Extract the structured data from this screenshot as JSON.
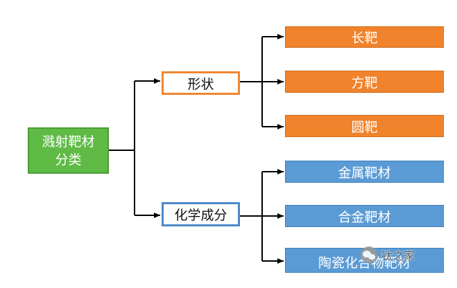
{
  "root": {
    "line1": "溅射靶材",
    "line2": "分类"
  },
  "categories": [
    {
      "label": "形状",
      "children": [
        "长靶",
        "方靶",
        "圆靶"
      ]
    },
    {
      "label": "化学成分",
      "children": [
        "金属靶材",
        "合金靶材",
        "陶瓷化合物靶材"
      ]
    }
  ],
  "watermark": {
    "text": "钛之家"
  },
  "colors": {
    "root_fill": "#5fba46",
    "shape_border": "#f1862f",
    "shape_leaf_fill": "#f0832c",
    "chem_border": "#4c89c8",
    "chem_leaf_fill": "#5b9bd5",
    "connector": "#000000"
  }
}
